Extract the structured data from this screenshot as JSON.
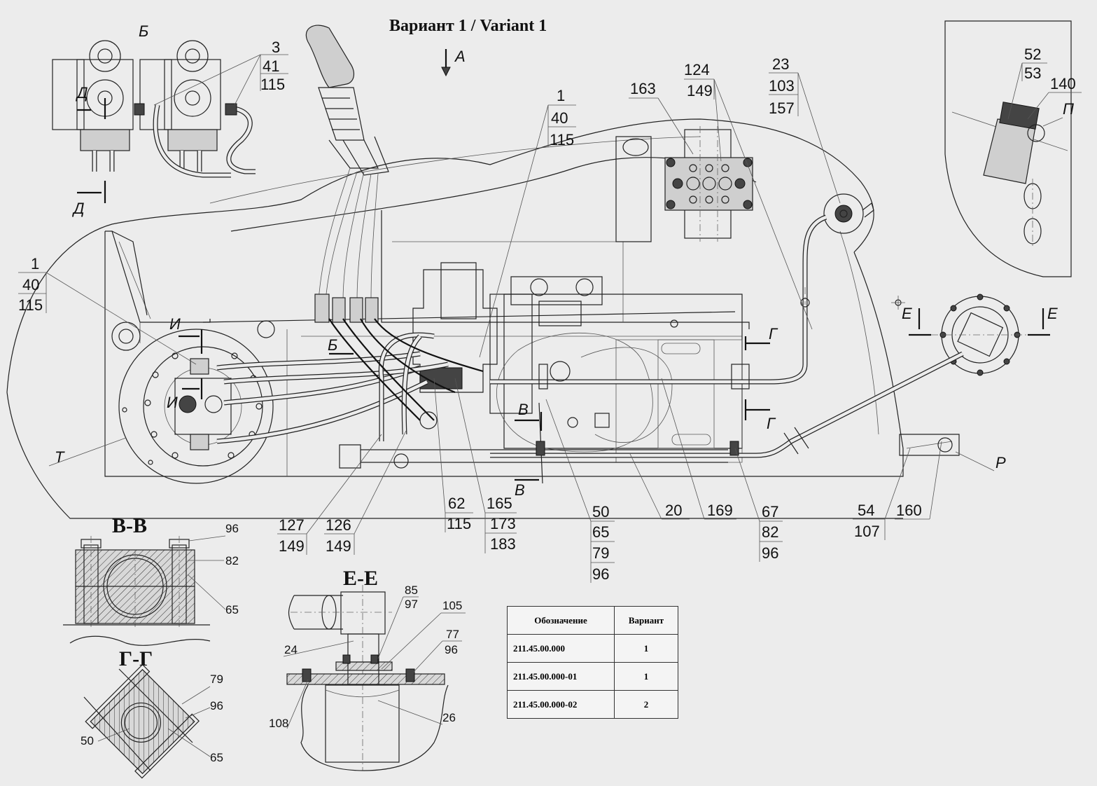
{
  "title": "Вариант 1 / Variant 1",
  "views": {
    "B": "Б",
    "A": "A",
    "D": "Д",
    "I": "И",
    "V": "B",
    "G": "Г",
    "E": "E",
    "T": "T",
    "P": "П",
    "R": "P"
  },
  "callouts": {
    "c3": [
      "3",
      "41",
      "115"
    ],
    "c1a": [
      "1",
      "40",
      "115"
    ],
    "c1b": [
      "1",
      "40",
      "115"
    ],
    "c163": [
      "163"
    ],
    "c124": [
      "124",
      "149"
    ],
    "c23": [
      "23",
      "103",
      "157"
    ],
    "c52": [
      "52",
      "53"
    ],
    "c140": [
      "140"
    ],
    "c127": [
      "127",
      "149"
    ],
    "c126": [
      "126",
      "149"
    ],
    "c62": [
      "62",
      "115"
    ],
    "c165": [
      "165",
      "173",
      "183"
    ],
    "c50": [
      "50",
      "65",
      "79",
      "96"
    ],
    "c20": [
      "20"
    ],
    "c169": [
      "169"
    ],
    "c67": [
      "67",
      "82",
      "96"
    ],
    "c54": [
      "54",
      "107"
    ],
    "c160": [
      "160"
    ]
  },
  "section_vv": {
    "title": "B-B",
    "labels": [
      "96",
      "82",
      "65"
    ]
  },
  "section_gg": {
    "title": "Г-Г",
    "labels": [
      "79",
      "96",
      "50",
      "65"
    ]
  },
  "section_ee": {
    "title": "E-E",
    "labels": [
      "85",
      "97",
      "105",
      "77",
      "96",
      "24",
      "108",
      "26"
    ]
  },
  "table": {
    "headers": [
      "Обозначение",
      "Вариант"
    ],
    "rows": [
      [
        "211.45.00.000",
        "1"
      ],
      [
        "211.45.00.000-01",
        "1"
      ],
      [
        "211.45.00.000-02",
        "2"
      ]
    ]
  }
}
